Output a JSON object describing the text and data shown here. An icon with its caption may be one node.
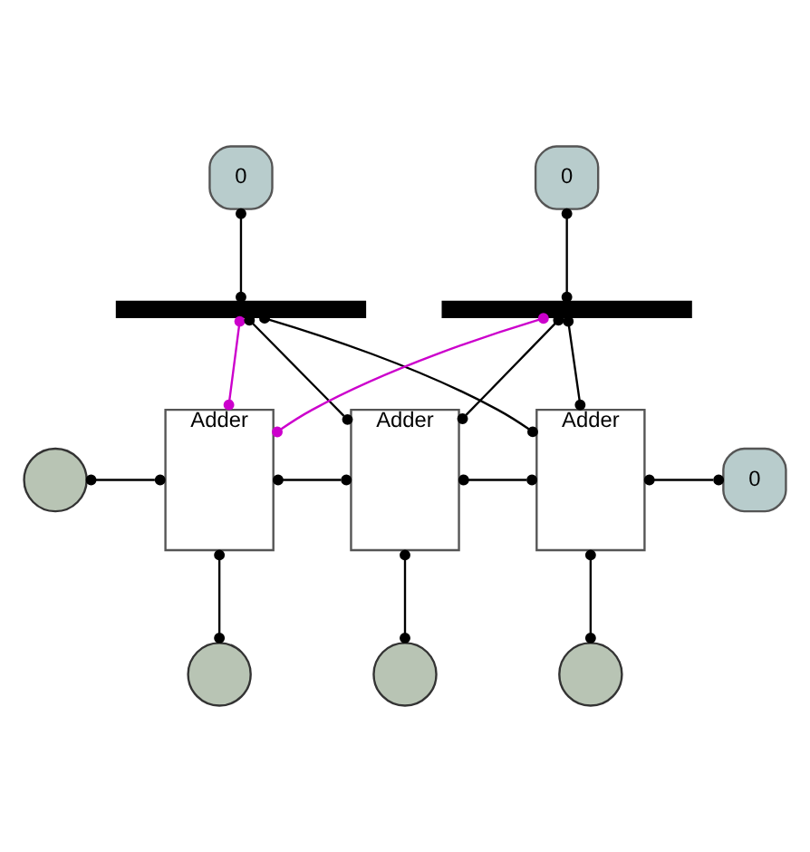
{
  "diagram": {
    "nodes": [
      {
        "text": [
          "0"
        ]
      },
      {
        "text": [
          "0"
        ]
      },
      {
        "text": [],
        "shape": "bar"
      },
      {
        "text": [],
        "shape": "bar"
      },
      {
        "text": [],
        "shape": "circle"
      },
      {
        "text": [
          "Adder"
        ]
      },
      {
        "text": [
          "Adder"
        ]
      },
      {
        "text": [
          "Adder"
        ]
      },
      {
        "text": [
          "0"
        ]
      },
      {
        "text": [],
        "shape": "circle"
      },
      {
        "text": [],
        "shape": "circle"
      },
      {
        "text": [],
        "shape": "circle"
      }
    ],
    "edges": [
      {
        "from": 0,
        "to": 2,
        "arrow": "other"
      },
      {
        "from": 1,
        "to": 3,
        "arrow": "other"
      },
      {
        "from": 2,
        "to": 5,
        "arrow": "other",
        "color": "#cc00cc"
      },
      {
        "from": 2,
        "to": 6,
        "arrow": "other"
      },
      {
        "from": 2,
        "to": 7,
        "arrow": "other"
      },
      {
        "from": 3,
        "to": 5,
        "arrow": "other",
        "color": "#cc00cc"
      },
      {
        "from": 3,
        "to": 6,
        "arrow": "other"
      },
      {
        "from": 3,
        "to": 7,
        "arrow": "other"
      },
      {
        "from": 4,
        "to": 5,
        "arrow": "other"
      },
      {
        "from": 5,
        "to": 6,
        "arrow": "other"
      },
      {
        "from": 6,
        "to": 7,
        "arrow": "other"
      },
      {
        "from": 7,
        "to": 8,
        "arrow": "other"
      },
      {
        "from": 5,
        "to": 9,
        "arrow": "other"
      },
      {
        "from": 6,
        "to": 10,
        "arrow": "other"
      },
      {
        "from": 7,
        "to": 11,
        "arrow": "other"
      }
    ]
  }
}
